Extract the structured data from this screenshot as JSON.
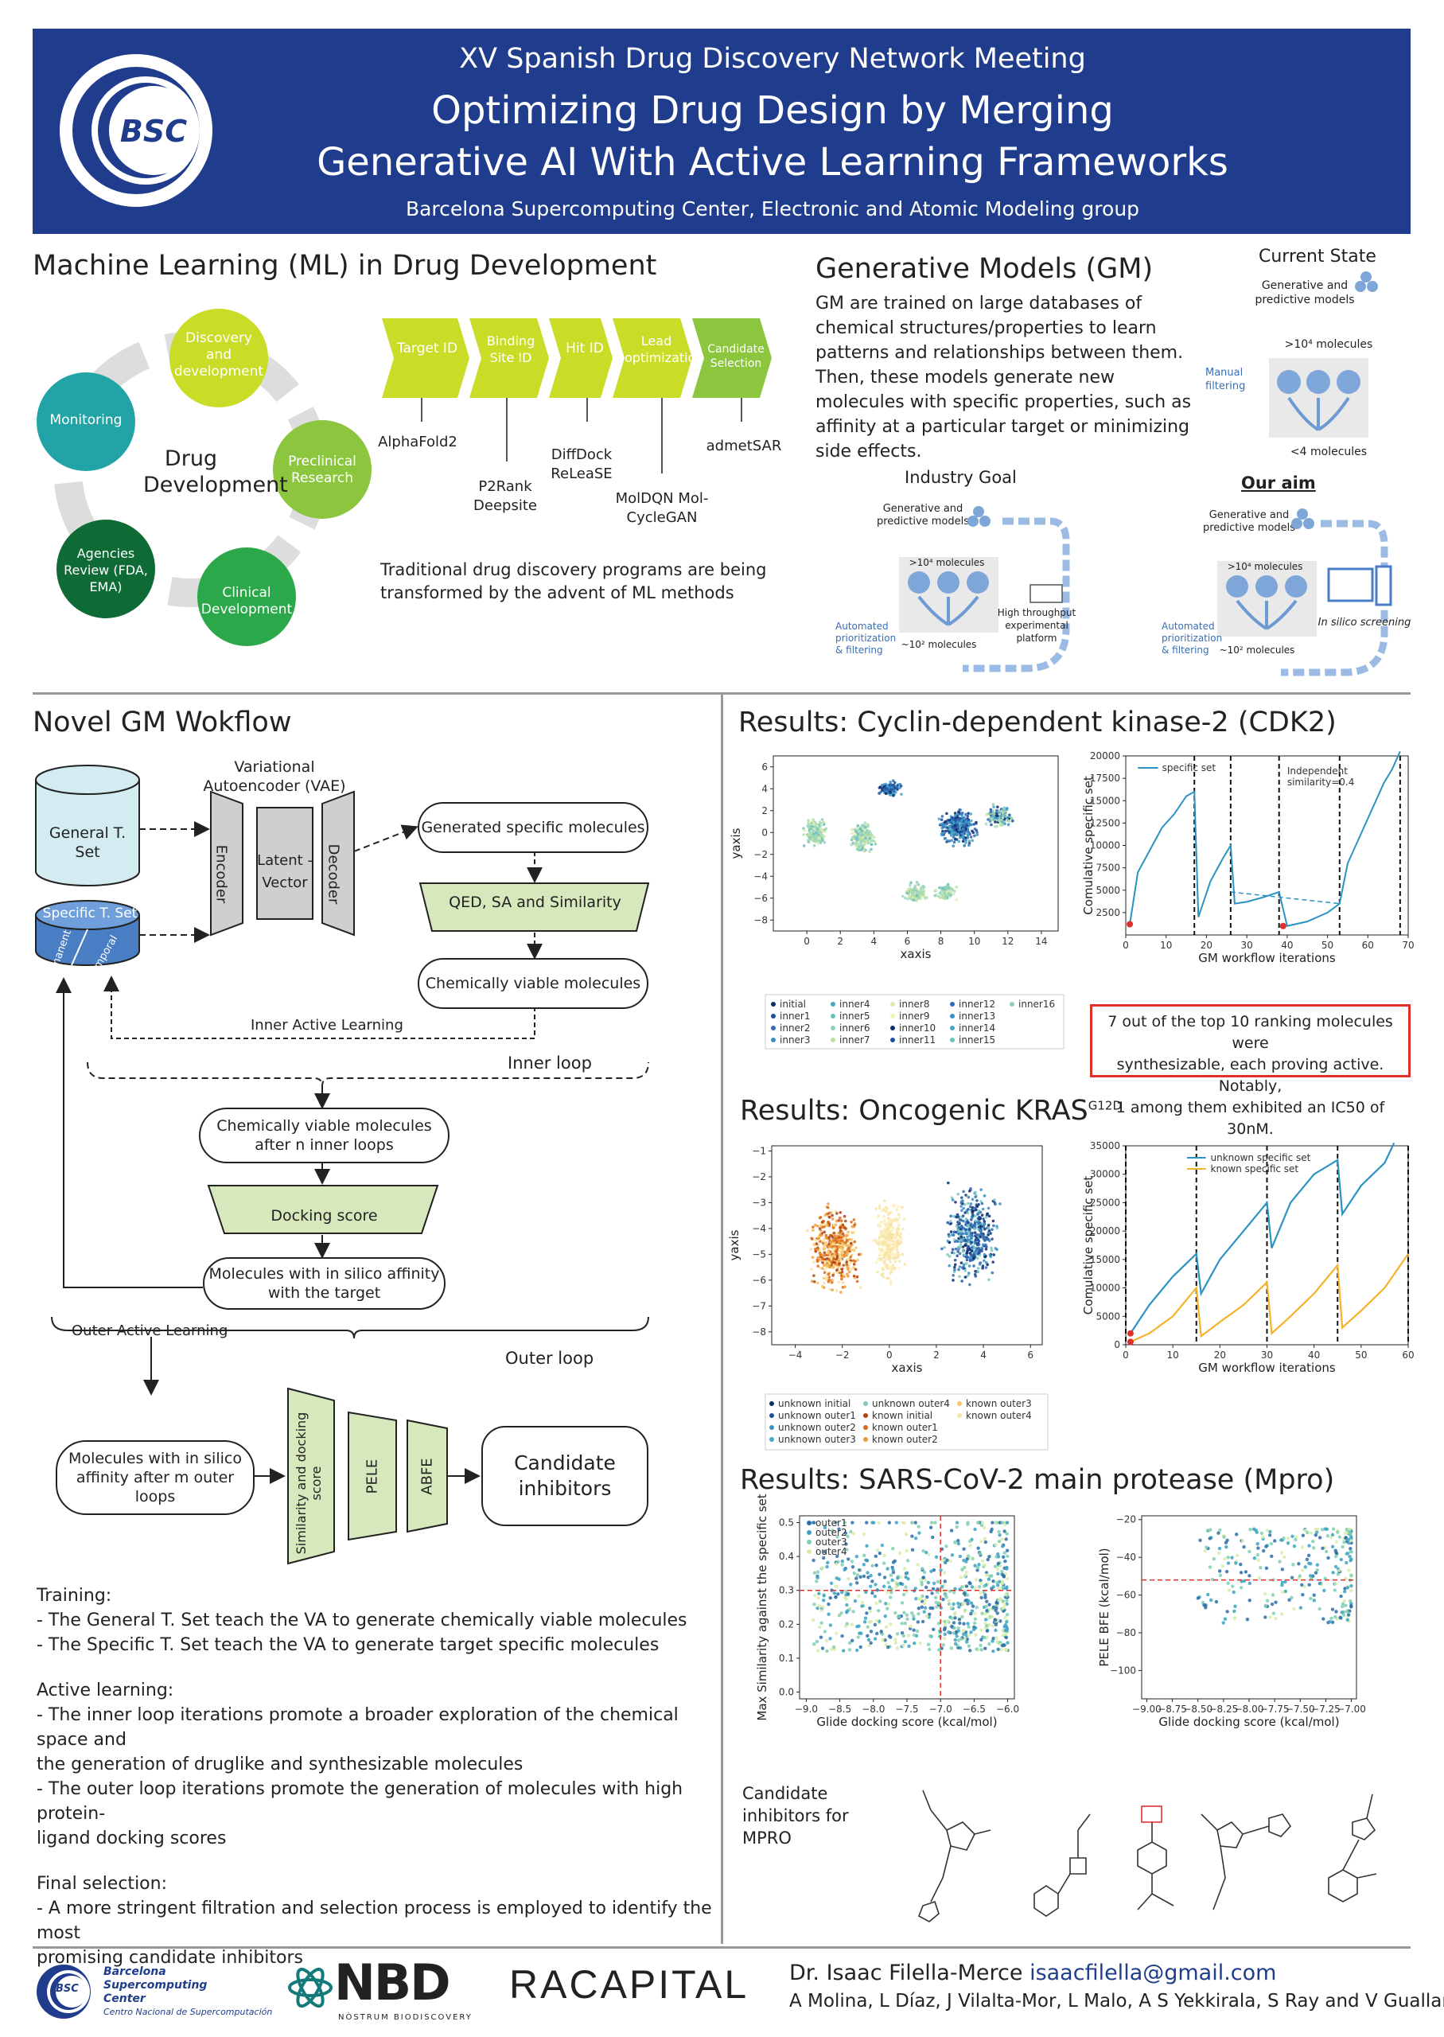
{
  "header": {
    "title_line1": "XV Spanish Drug Discovery Network Meeting",
    "title_line2": "Optimizing Drug Design by Merging",
    "title_line3": "Generative AI With Active Learning Frameworks",
    "affiliation": "Barcelona Supercomputing Center, Electronic and Atomic Modeling group",
    "logo_text": "BSC"
  },
  "ml": {
    "title": "Machine Learning (ML) in Drug Development",
    "cycle_center": "Drug Development",
    "cycle": [
      "Discovery and development",
      "Preclinical Research",
      "Clinical Development",
      "Agencies Review (FDA, EMA)",
      "Monitoring"
    ],
    "pipeline": [
      {
        "label": "Target ID",
        "tools": "AlphaFold2"
      },
      {
        "label": "Binding Site ID",
        "tools": "P2Rank Deepsite"
      },
      {
        "label": "Hit ID",
        "tools": "DiffDock ReLeaSE"
      },
      {
        "label": "Lead optimization",
        "tools": "MolDQN Mol-CycleGAN"
      },
      {
        "label": "Candidate Selection",
        "tools": "admetSAR"
      }
    ],
    "note": "Traditional drug discovery programs are being transformed by the advent of ML methods"
  },
  "gm": {
    "title": "Generative Models (GM)",
    "text": "GM are trained on large databases of chemical structures/properties to learn patterns and relationships between them. Then, these models generate new molecules with specific properties, such as affinity at a particular target or minimizing side effects.",
    "current_state": "Current State",
    "industry_goal": "Industry Goal",
    "our_aim": "Our aim",
    "gen_pred": "Generative and predictive models",
    "mol_1e4": ">10⁴ molecules",
    "mol_lt4": "<4 molecules",
    "mol_1e2": "~10² molecules",
    "manual_filtering": "Manual filtering",
    "auto": "Automated prioritization & filtering",
    "htp": "High throughput experimental platform",
    "insilico": "In silico screening"
  },
  "workflow": {
    "title": "Novel GM Wokflow",
    "vae": "Variational Autoencoder (VAE)",
    "general_set": "General T. Set",
    "specific_set": "Specific T. Set",
    "permanent": "Permanent",
    "temporal": "Temporal",
    "encoder": "Encoder",
    "latent": "Latent - Vector",
    "decoder": "Decoder",
    "generated": "Generated specific molecules",
    "qed": "QED, SA and Similarity",
    "viable": "Chemically viable molecules",
    "inner_al": "Inner Active Learning",
    "inner_loop": "Inner loop",
    "viable_after": "Chemically viable molecules after n inner loops",
    "docking": "Docking score",
    "insilico_aff": "Molecules with in silico affinity with the target",
    "outer_al": "Outer Active Learning",
    "outer_loop": "Outer loop",
    "mol_after_m": "Molecules with in silico affinity after m outer loops",
    "sim_dock": "Similarity and docking score",
    "pele": "PELE",
    "abfe": "ABFE",
    "candidate": "Candidate inhibitors"
  },
  "notes": [
    "Training:",
    "- The General T. Set teach the VA to generate chemically viable molecules",
    "- The Specific T. Set teach the VA to generate target specific molecules",
    "Active learning:",
    "- The inner loop iterations promote a broader exploration of the chemical space and",
    "the generation of druglike and synthesizable molecules",
    "- The outer loop iterations promote the generation of molecules with high protein-",
    "ligand docking scores",
    "Final selection:",
    "- A more stringent filtration and selection process is employed to identify the most",
    "promising candidate inhibitors"
  ],
  "results": {
    "cdk2_title": "Results: Cyclin-dependent kinase-2 (CDK2)",
    "cdk2_box": [
      "7 out of the top 10 ranking molecules were",
      "synthesizable, each  proving active. Notably,",
      "1 among them exhibited an IC50 of 30nM."
    ],
    "kras_title": "Results: Oncogenic KRAS",
    "kras_sup": "G12D",
    "mpro_title": "Results: SARS-CoV-2 main protease (Mpro)",
    "mpro_cand": "Candidate inhibitors for MPRO"
  },
  "chart_data": [
    {
      "type": "scatter",
      "xlabel": "xaxis",
      "ylabel": "yaxis",
      "xlim": [
        -2,
        15
      ],
      "ylim": [
        -9,
        7
      ],
      "legend": [
        "initial",
        "inner1",
        "inner2",
        "inner3",
        "inner4",
        "inner5",
        "inner6",
        "inner7",
        "inner8",
        "inner9",
        "inner10",
        "inner11",
        "inner12",
        "inner13",
        "inner14",
        "inner15",
        "inner16"
      ]
    },
    {
      "type": "line",
      "xlabel": "GM workflow iterations",
      "ylabel": "Comulative specific set",
      "xlim": [
        0,
        70
      ],
      "ylim": [
        0,
        20000
      ],
      "legend": [
        "specific set"
      ],
      "annotation": "Independent similarity=0.4",
      "vlines": [
        17,
        26,
        38,
        53,
        68
      ],
      "series": [
        {
          "name": "specific set",
          "x": [
            1,
            3,
            6,
            9,
            12,
            15,
            17,
            18,
            21,
            24,
            26,
            27,
            30,
            34,
            38,
            40,
            45,
            50,
            53,
            55,
            58,
            61,
            64,
            66,
            68
          ],
          "y": [
            1200,
            7000,
            9500,
            12000,
            13500,
            15500,
            16000,
            2000,
            6000,
            8500,
            10000,
            3500,
            3700,
            4200,
            4800,
            1000,
            1500,
            2500,
            3500,
            8000,
            11000,
            14000,
            17000,
            18500,
            20500
          ]
        }
      ]
    },
    {
      "type": "scatter",
      "xlabel": "xaxis",
      "ylabel": "yaxis",
      "xlim": [
        -5,
        6.5
      ],
      "ylim": [
        -8.5,
        -0.8
      ],
      "legend": [
        "unknown initial",
        "unknown outer1",
        "unknown outer2",
        "unknown outer3",
        "unknown outer4",
        "known initial",
        "known outer1",
        "known outer2",
        "known outer3",
        "known outer4"
      ]
    },
    {
      "type": "line",
      "xlabel": "GM workflow iterations",
      "ylabel": "Comulative specific set",
      "xlim": [
        0,
        60
      ],
      "ylim": [
        0,
        35000
      ],
      "legend": [
        "unknown specific set",
        "known specific set"
      ],
      "vlines": [
        0,
        15,
        30,
        45,
        60
      ],
      "series": [
        {
          "name": "unknown specific set",
          "x": [
            1,
            5,
            10,
            15,
            16,
            20,
            25,
            30,
            31,
            35,
            40,
            45,
            46,
            50,
            55,
            57
          ],
          "y": [
            2000,
            7000,
            12000,
            16000,
            9000,
            15000,
            20000,
            25000,
            17000,
            25000,
            30000,
            32500,
            23000,
            28000,
            32000,
            35500
          ]
        },
        {
          "name": "known specific set",
          "x": [
            1,
            5,
            10,
            15,
            16,
            20,
            25,
            30,
            31,
            35,
            40,
            45,
            46,
            50,
            55,
            60
          ],
          "y": [
            500,
            2000,
            5000,
            10000,
            1500,
            4000,
            7000,
            11000,
            2000,
            5000,
            9000,
            14000,
            3000,
            6000,
            10000,
            16000
          ]
        }
      ]
    },
    {
      "type": "scatter",
      "xlabel": "Glide docking score (kcal/mol)",
      "ylabel": "Max Similarity against the specific set",
      "xlim": [
        -9.1,
        -5.9
      ],
      "ylim": [
        -0.02,
        0.52
      ],
      "legend": [
        "outer1",
        "outer2",
        "outer3",
        "outer4"
      ]
    },
    {
      "type": "scatter",
      "xlabel": "Glide docking score (kcal/mol)",
      "ylabel": "PELE BFE (kcal/mol)",
      "xlim": [
        -9.05,
        -6.95
      ],
      "ylim": [
        -115,
        -18
      ]
    }
  ],
  "axes": {
    "tsne_x": [
      "0",
      "2",
      "4",
      "6",
      "8",
      "10",
      "12",
      "14"
    ],
    "tsne_y": [
      "6",
      "4",
      "2",
      "0",
      "−2",
      "−4",
      "−6",
      "−8"
    ],
    "cdk_x": [
      "0",
      "10",
      "20",
      "30",
      "40",
      "50",
      "60",
      "70"
    ],
    "cdk_y": [
      "20000",
      "17500",
      "15000",
      "12500",
      "10000",
      "7500",
      "5000",
      "2500"
    ],
    "kras_x": [
      "−4",
      "−2",
      "0",
      "2",
      "4",
      "6"
    ],
    "kras_y": [
      "−1",
      "−2",
      "−3",
      "−4",
      "−5",
      "−6",
      "−7",
      "−8"
    ],
    "kras2_x": [
      "0",
      "10",
      "20",
      "30",
      "40",
      "50",
      "60"
    ],
    "kras2_y": [
      "35000",
      "30000",
      "25000",
      "20000",
      "15000",
      "10000",
      "5000",
      "0"
    ],
    "m1_x": [
      "−9.0",
      "−8.5",
      "−8.0",
      "−7.5",
      "−7.0",
      "−6.5",
      "−6.0"
    ],
    "m1_y": [
      "0.5",
      "0.4",
      "0.3",
      "0.2",
      "0.1",
      "0.0"
    ],
    "m2_x": [
      "−9.00",
      "−8.75",
      "−8.50",
      "−8.25",
      "−8.00",
      "−7.75",
      "−7.50",
      "−7.25",
      "−7.00"
    ],
    "m2_y": [
      "−20",
      "−40",
      "−60",
      "−80",
      "−100"
    ]
  },
  "footer": {
    "bsc_name": "Barcelona Supercomputing Center",
    "bsc_sub": "Centro Nacional de Supercomputación",
    "nbd": "NBD",
    "nbd_sub": "NÒSTRUM BIODISCOVERY",
    "racapital": "RACAPITAL",
    "author": "Dr. Isaac Filella-Merce",
    "email": "isaacfilella@gmail.com",
    "coauthors": "A Molina, L Díaz, J Vilalta-Mor, L Malo, A S Yekkirala, S Ray and V Guallar"
  },
  "colors": {
    "navy": "#1f3d8c",
    "lime": "#c9dc27",
    "teal": "#22a4a6",
    "green": "#2aa84a",
    "dark_green": "#0e6b35",
    "line_blue": "#2b93c1",
    "line_orange": "#f5b22a",
    "red": "#e0302a"
  }
}
